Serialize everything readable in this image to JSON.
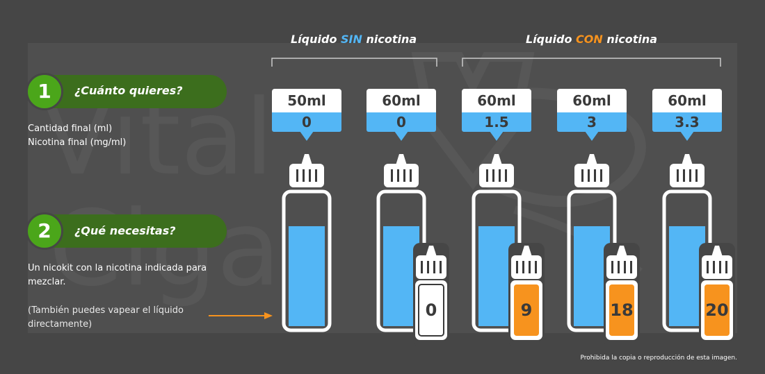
{
  "watermark": {
    "line1": "Vital",
    "line2": "Cigar"
  },
  "groups": [
    {
      "pre": "Líquido ",
      "highlight": "SIN",
      "post": " nicotina",
      "color": "#53b6f5"
    },
    {
      "pre": "Líquido ",
      "highlight": "CON",
      "post": " nicotina",
      "color": "#f7931e"
    }
  ],
  "steps": [
    {
      "number": "1",
      "question": "¿Cuánto quieres?",
      "lines": [
        "Cantidad final (ml)",
        "Nicotina final (mg/ml)"
      ]
    },
    {
      "number": "2",
      "question": "¿Qué necesitas?",
      "lines": [
        "Un nicokit con la nicotina indicada para",
        "mezclar."
      ]
    }
  ],
  "note": {
    "lines": [
      "(También puedes vapear el líquido",
      "directamente)"
    ]
  },
  "products": [
    {
      "volume": "50ml",
      "nicotine": "0",
      "nicokit": null
    },
    {
      "volume": "60ml",
      "nicotine": "0",
      "nicokit": {
        "value": "0",
        "style": "white"
      }
    },
    {
      "volume": "60ml",
      "nicotine": "1.5",
      "nicokit": {
        "value": "9",
        "style": "orange"
      }
    },
    {
      "volume": "60ml",
      "nicotine": "3",
      "nicokit": {
        "value": "18",
        "style": "orange"
      }
    },
    {
      "volume": "60ml",
      "nicotine": "3.3",
      "nicokit": {
        "value": "20",
        "style": "orange"
      }
    }
  ],
  "colors": {
    "background": "#464646",
    "panel": "#4f4f4f",
    "liquid": "#53b6f5",
    "orange": "#f7931e",
    "step_circle": "#4ba61a",
    "step_pill": "#3c6e1d"
  },
  "footer": "Prohibida la copia o reproducción de esta imagen."
}
